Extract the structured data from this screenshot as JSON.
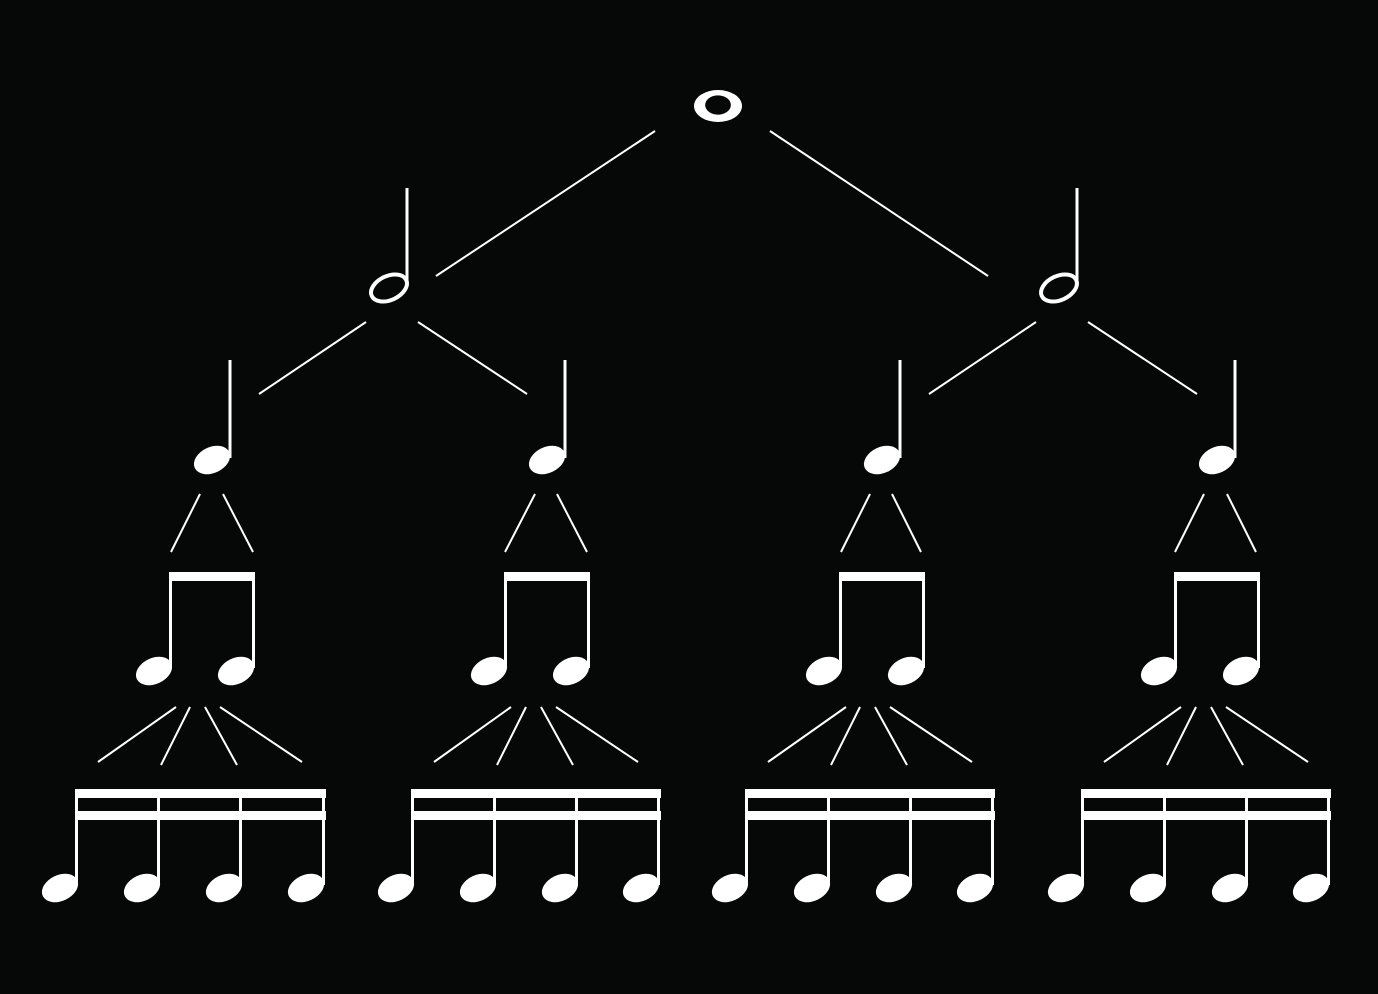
{
  "diagram": {
    "type": "note-value-tree",
    "colors": {
      "background": "#060807",
      "foreground": "#ffffff"
    },
    "levels": [
      {
        "level": 1,
        "note": "whole-note",
        "count": 1,
        "division": 1
      },
      {
        "level": 2,
        "note": "half-note",
        "count": 2,
        "division": 2
      },
      {
        "level": 3,
        "note": "quarter-note",
        "count": 4,
        "division": 4
      },
      {
        "level": 4,
        "note": "eighth-note",
        "count": 8,
        "division": 8,
        "beamed_in_groups_of": 2
      },
      {
        "level": 5,
        "note": "sixteenth-note",
        "count": 16,
        "division": 16,
        "beamed_in_groups_of": 4
      }
    ]
  }
}
